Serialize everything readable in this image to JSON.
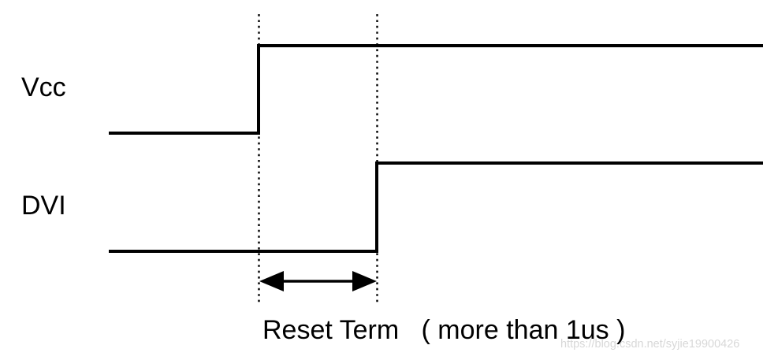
{
  "diagram": {
    "type": "timing-diagram",
    "background_color": "#ffffff",
    "line_color": "#000000",
    "signals": [
      {
        "label": "Vcc",
        "initial_state": "low",
        "final_state": "high",
        "rises_at": "reset-term-start"
      },
      {
        "label": "DVI",
        "initial_state": "low",
        "final_state": "high",
        "rises_at": "reset-term-end"
      }
    ],
    "measurement": {
      "name": "Reset Term",
      "constraint": "more than 1us",
      "from": "Vcc rising edge",
      "to": "DVI rising edge"
    },
    "caption": "Reset Term   ( more than 1us )",
    "watermark": "https://blog.csdn.net/syjie19900426",
    "watermark_color": "#d8d8d8"
  }
}
